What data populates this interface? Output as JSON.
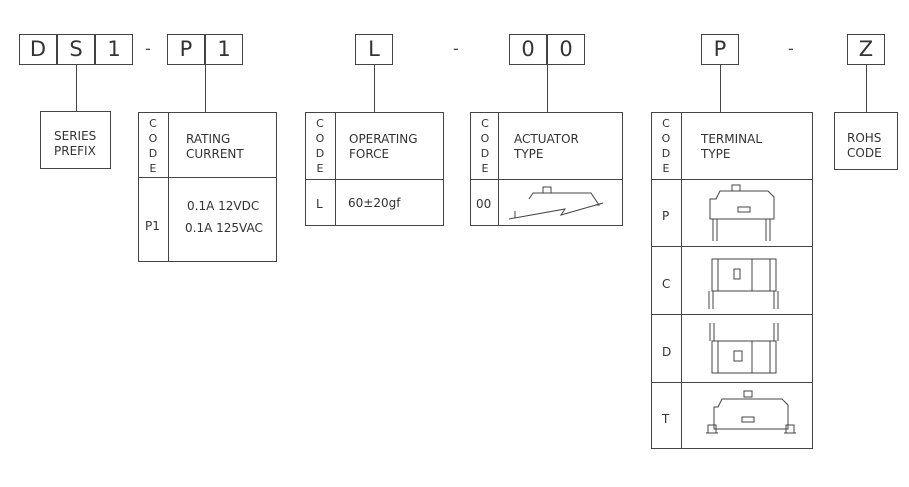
{
  "part_number": {
    "chars": [
      "D",
      "S",
      "1",
      "P",
      "1",
      "L",
      "0",
      "0",
      "P",
      "Z"
    ],
    "separator": "-"
  },
  "series_prefix": {
    "label_line1": "SERIES",
    "label_line2": "PREFIX"
  },
  "code_letters": [
    "C",
    "O",
    "D",
    "E"
  ],
  "rating_current": {
    "title_line1": "RATING",
    "title_line2": "CURRENT",
    "rows": [
      {
        "code": "P1",
        "value_line1": "0.1A 12VDC",
        "value_line2": "0.1A 125VAC"
      }
    ]
  },
  "operating_force": {
    "title_line1": "OPERATING",
    "title_line2": "FORCE",
    "rows": [
      {
        "code": "L",
        "value": "60±20gf"
      }
    ]
  },
  "actuator_type": {
    "title_line1": "ACTUATOR",
    "title_line2": "TYPE",
    "rows": [
      {
        "code": "00",
        "image": "hinge-lever-actuator-drawing"
      }
    ]
  },
  "terminal_type": {
    "title_line1": "TERMINAL",
    "title_line2": "TYPE",
    "rows": [
      {
        "code": "P",
        "image": "pcb-terminal-drawing"
      },
      {
        "code": "C",
        "image": "right-angle-terminal-drawing"
      },
      {
        "code": "D",
        "image": "left-angle-terminal-drawing"
      },
      {
        "code": "T",
        "image": "smt-terminal-drawing"
      }
    ]
  },
  "rohs": {
    "label_line1": "ROHS",
    "label_line2": "CODE"
  }
}
